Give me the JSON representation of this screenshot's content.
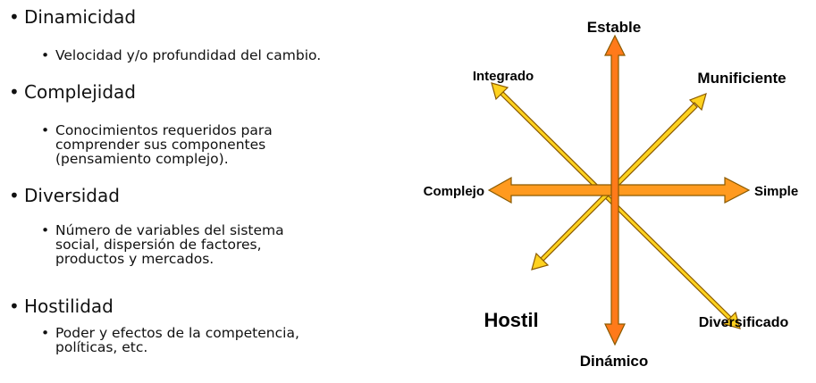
{
  "bullets": [
    {
      "title": "Dinamicidad",
      "detail": "Velocidad y/o profundidad del cambio."
    },
    {
      "title": "Complejidad",
      "detail": "Conocimientos requeridos para comprender sus componentes (pensamiento complejo)."
    },
    {
      "title": "Diversidad",
      "detail": "Número de variables del sistema social, dispersión de factores, productos y mercados."
    },
    {
      "title": "Hostilidad",
      "detail": "Poder y efectos de la competencia, políticas, etc."
    }
  ],
  "diagram": {
    "labels": {
      "top": "Estable",
      "bottom": "Dinámico",
      "left": "Complejo",
      "right": "Simple",
      "top_left": "Integrado",
      "top_right": "Munificiente",
      "bottom_left": "Hostil",
      "bottom_right": "Diversificado"
    },
    "colors": {
      "vertical_fill": "#FF7A1A",
      "horizontal_fill": "#FF9A1F",
      "diagonal_fill": "#FFD21F",
      "stroke": "#8A5A00"
    }
  }
}
